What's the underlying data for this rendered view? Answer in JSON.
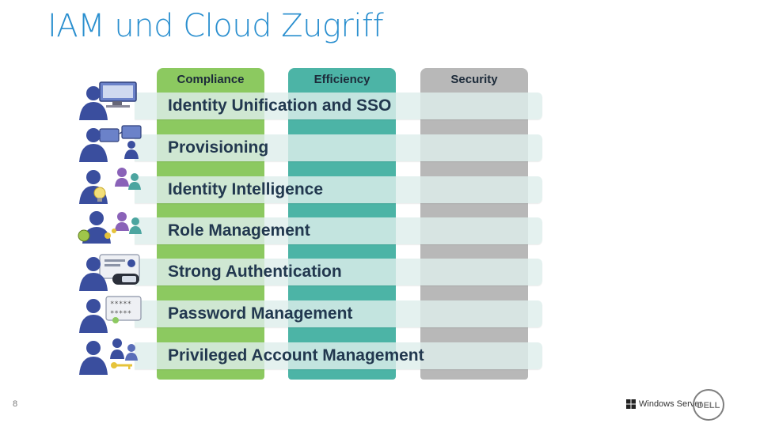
{
  "title": "IAM und Cloud Zugriff",
  "columns": [
    {
      "label": "Compliance",
      "color": "#8cc960"
    },
    {
      "label": "Efficiency",
      "color": "#4cb4a6"
    },
    {
      "label": "Security",
      "color": "#b8b8b8"
    }
  ],
  "rows": [
    {
      "label": "Identity Unification and SSO",
      "icon": "user-monitor-icon"
    },
    {
      "label": "Provisioning",
      "icon": "user-provisioning-icon"
    },
    {
      "label": "Identity Intelligence",
      "icon": "user-lightbulb-icon"
    },
    {
      "label": "Role Management",
      "icon": "user-roles-icon"
    },
    {
      "label": "Strong Authentication",
      "icon": "user-token-icon"
    },
    {
      "label": "Password Management",
      "icon": "user-password-icon"
    },
    {
      "label": "Privileged Account Management",
      "icon": "user-privileged-key-icon"
    }
  ],
  "footer": {
    "page_number": "8",
    "windows_label": "Windows Server",
    "dell_label": "DELL"
  }
}
